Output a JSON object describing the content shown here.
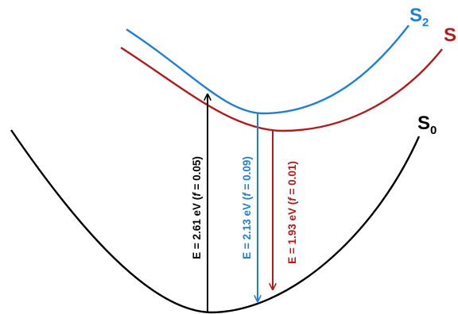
{
  "diagram": {
    "colors": {
      "s0": "#000000",
      "s1": "#b01c1c",
      "s2": "#1f7fd6"
    },
    "states": {
      "s0": {
        "letter": "S",
        "subscript": "0"
      },
      "s1": {
        "letter": "S",
        "subscript": ""
      },
      "s2": {
        "letter": "S",
        "subscript": "2"
      }
    },
    "transitions": {
      "absorption": {
        "prefix": "E = 2.61 eV (",
        "f_symbol": "f",
        "f_value": " = 0.05)"
      },
      "s2_emission": {
        "prefix": "E = 2.13 eV (",
        "f_symbol": "f",
        "f_value": " = 0.09)"
      },
      "s1_emission": {
        "prefix": "E = 1.93 eV (",
        "f_symbol": "f",
        "f_value": " = 0.01)"
      }
    }
  }
}
